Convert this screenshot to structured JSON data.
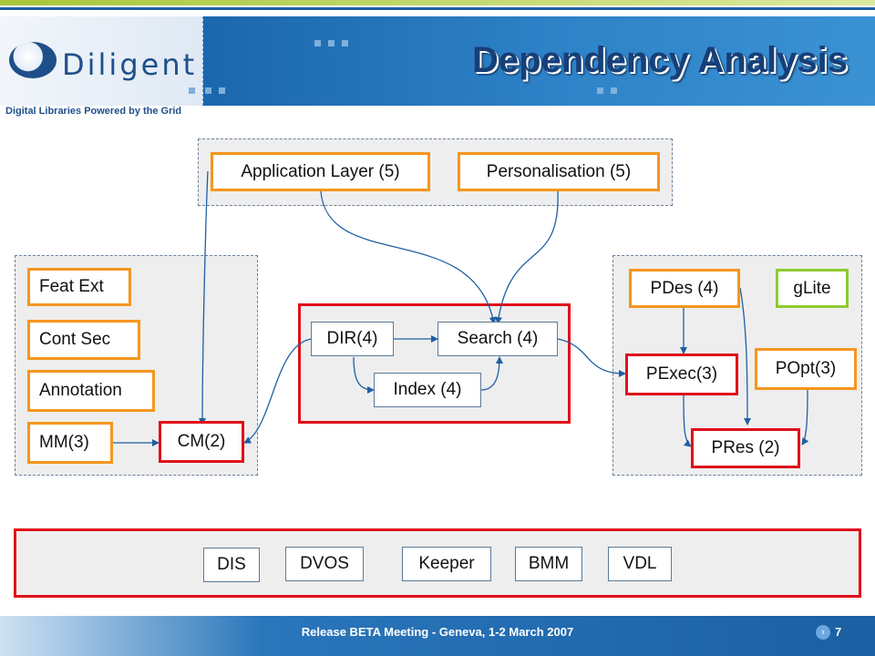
{
  "header": {
    "logo_text": "Diligent",
    "tagline": "Digital Libraries Powered by the Grid",
    "title": "Dependency Analysis"
  },
  "nodes": {
    "application_layer": "Application Layer (5)",
    "personalisation": "Personalisation (5)",
    "feat_ext": "Feat Ext",
    "cont_sec": "Cont Sec",
    "annotation": "Annotation",
    "mm": "MM(3)",
    "cm": "CM(2)",
    "dir": "DIR(4)",
    "search": "Search (4)",
    "index": "Index (4)",
    "pdes": "PDes (4)",
    "glite": "gLite",
    "pexec": "PExec(3)",
    "popt": "POpt(3)",
    "pres": "PRes (2)",
    "dis": "DIS",
    "dvos": "DVOS",
    "keeper": "Keeper",
    "bmm": "BMM",
    "vdl": "VDL"
  },
  "colors": {
    "orange": "#f5961e",
    "red": "#e0101a",
    "green": "#8ccb2e",
    "arrow": "#1f5fa4"
  },
  "footer": {
    "text": "Release BETA Meeting - Geneva, 1-2 March 2007",
    "page_number": "7"
  }
}
